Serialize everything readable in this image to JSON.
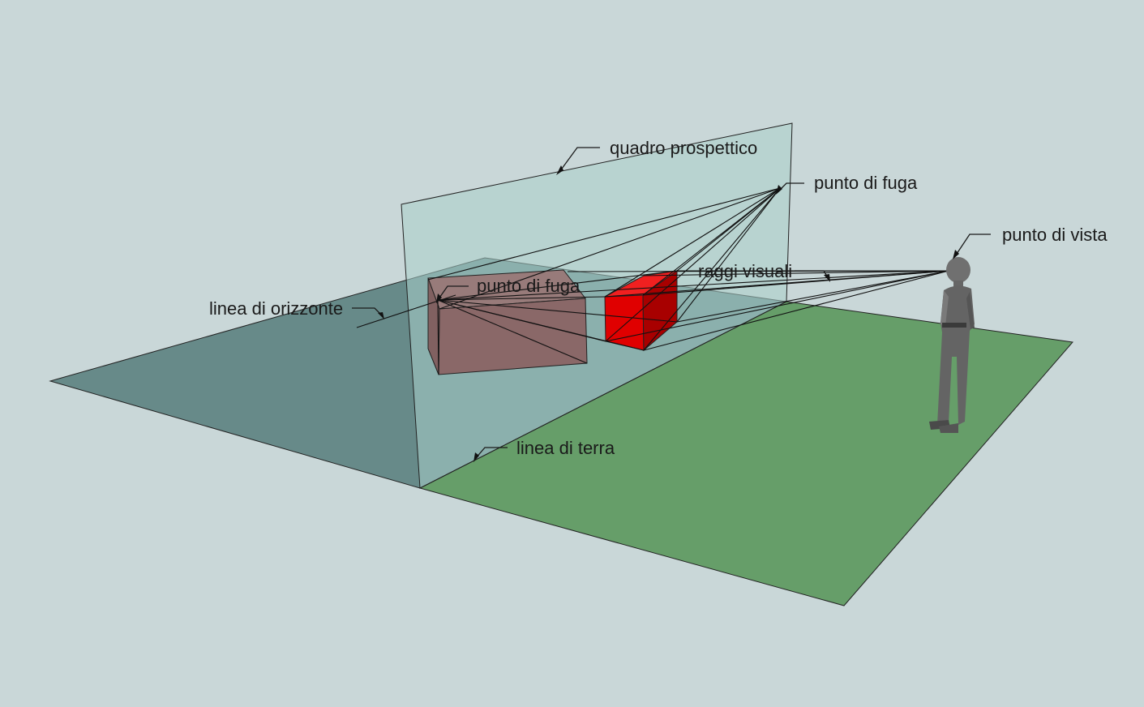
{
  "labels": {
    "picture_plane": "quadro prospettico",
    "vanishing_point_plane": "punto di fuga",
    "viewpoint": "punto di vista",
    "visual_rays": "raggi visuali",
    "vanishing_point_horizon": "punto di fuga",
    "horizon_line": "linea di orizzonte",
    "ground_line": "linea di terra"
  },
  "colors": {
    "background": "#c9d7d8",
    "ground_plane": "#669e69",
    "back_ground_plane": "#678a89",
    "picture_plane": "#9fc6c2",
    "red_box": "#e00000",
    "projected_box": "#8a5656",
    "figure": "#6a6a6a"
  }
}
